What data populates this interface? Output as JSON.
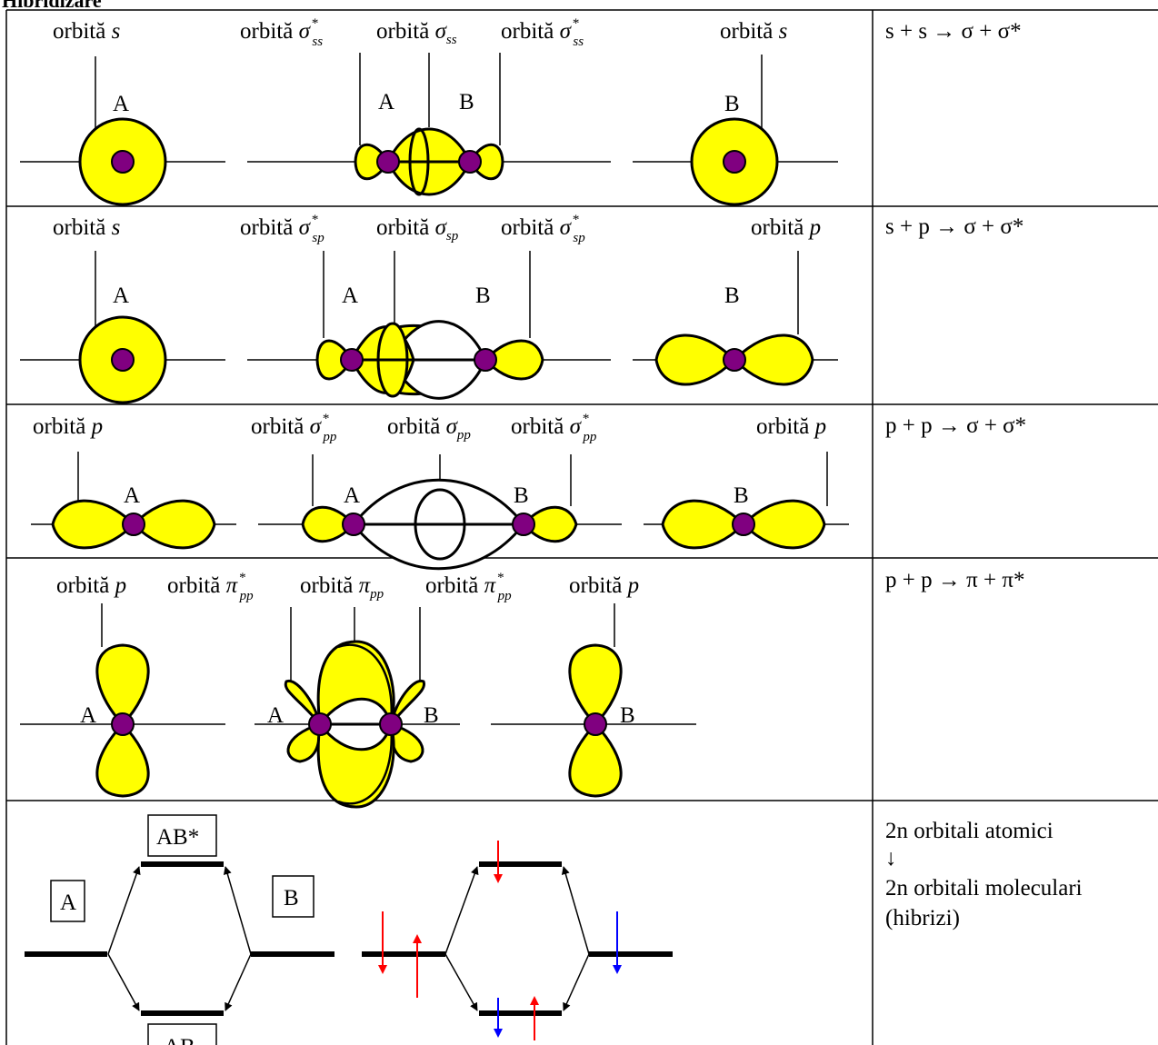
{
  "heading": "Hibridizare",
  "colors": {
    "lobe": "#ffff00",
    "nucleus": "#800080",
    "arrow_red": "#ff0000",
    "arrow_blue": "#0000ff"
  },
  "letters": {
    "a": "A",
    "b": "B"
  },
  "rows": [
    {
      "labels": [
        {
          "word": "orbită",
          "sym": "s",
          "sub": "",
          "sup": ""
        },
        {
          "word": "orbită",
          "sym": "σ",
          "sub": "ss",
          "sup": "*"
        },
        {
          "word": "orbită",
          "sym": "σ",
          "sub": "ss",
          "sup": ""
        },
        {
          "word": "orbită",
          "sym": "σ",
          "sub": "ss",
          "sup": "*"
        },
        {
          "word": "orbită",
          "sym": "s",
          "sub": "",
          "sup": ""
        }
      ],
      "equation": "s + s → σ + σ*"
    },
    {
      "labels": [
        {
          "word": "orbită",
          "sym": "s",
          "sub": "",
          "sup": ""
        },
        {
          "word": "orbită",
          "sym": "σ",
          "sub": "sp",
          "sup": "*"
        },
        {
          "word": "orbită",
          "sym": "σ",
          "sub": "sp",
          "sup": ""
        },
        {
          "word": "orbită",
          "sym": "σ",
          "sub": "sp",
          "sup": "*"
        },
        {
          "word": "orbită",
          "sym": "p",
          "sub": "",
          "sup": ""
        }
      ],
      "equation": "s + p → σ + σ*"
    },
    {
      "labels": [
        {
          "word": "orbită",
          "sym": "p",
          "sub": "",
          "sup": ""
        },
        {
          "word": "orbită",
          "sym": "σ",
          "sub": "pp",
          "sup": "*"
        },
        {
          "word": "orbită",
          "sym": "σ",
          "sub": "pp",
          "sup": ""
        },
        {
          "word": "orbită",
          "sym": "σ",
          "sub": "pp",
          "sup": "*"
        },
        {
          "word": "orbită",
          "sym": "p",
          "sub": "",
          "sup": ""
        }
      ],
      "equation": "p + p → σ + σ*"
    },
    {
      "labels": [
        {
          "word": "orbită",
          "sym": "p",
          "sub": "",
          "sup": ""
        },
        {
          "word": "orbită",
          "sym": "π",
          "sub": "pp",
          "sup": "*"
        },
        {
          "word": "orbită",
          "sym": "π",
          "sub": "pp",
          "sup": ""
        },
        {
          "word": "orbită",
          "sym": "π",
          "sub": "pp",
          "sup": "*"
        },
        {
          "word": "orbită",
          "sym": "p",
          "sub": "",
          "sup": ""
        }
      ],
      "equation": "p + p → π + π*"
    }
  ],
  "energy": {
    "box_a": "A",
    "box_b": "B",
    "box_ab": "AB",
    "box_ab_star": "AB*",
    "notes": [
      "2n orbitali atomici",
      "↓",
      "2n orbitali moleculari",
      "(hibrizi)"
    ]
  }
}
